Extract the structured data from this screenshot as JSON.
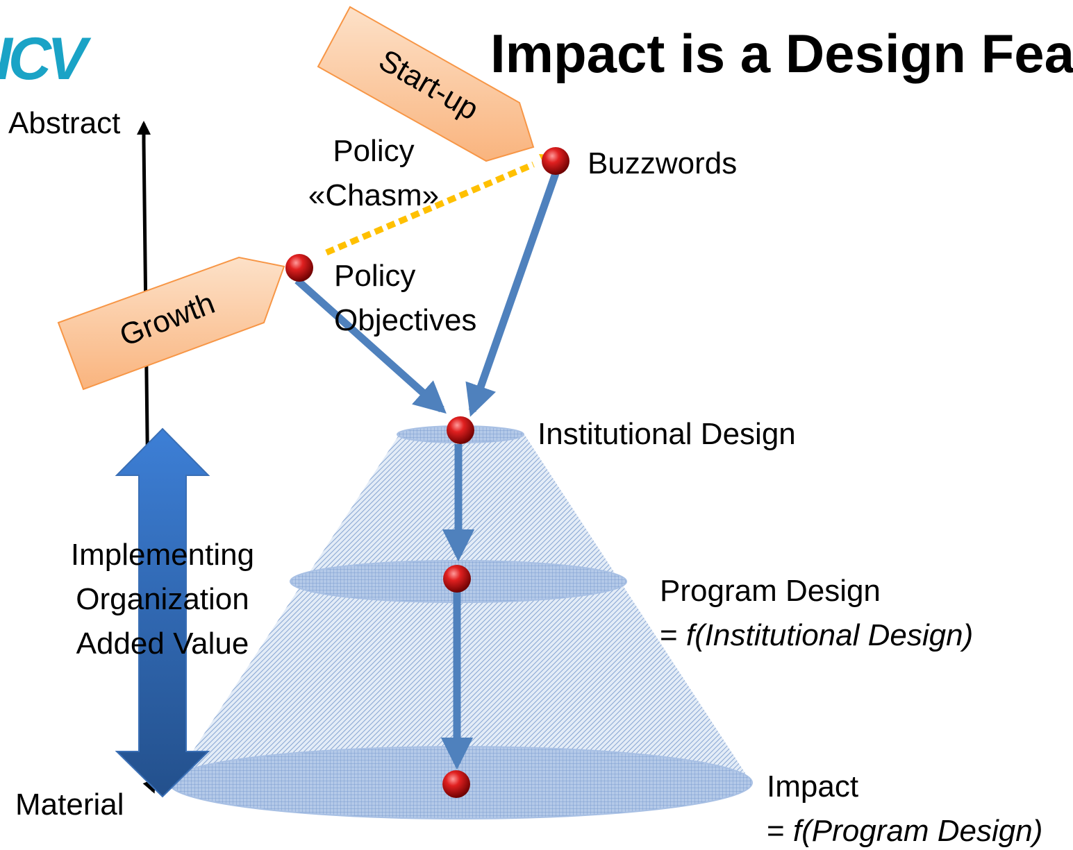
{
  "title": "Impact is a Design Fea",
  "logo_text": "ICV",
  "axis": {
    "top": "Abstract",
    "bottom": "Material"
  },
  "tags": {
    "startup": "Start-up",
    "growth": "Growth"
  },
  "labels": {
    "buzzwords": "Buzzwords",
    "policy_chasm_line1": "Policy",
    "policy_chasm_line2": "«Chasm»",
    "policy_objectives_line1": "Policy",
    "policy_objectives_line2": "Objectives",
    "institutional_design": "Institutional Design",
    "program_design_line1": "Program Design",
    "program_design_eq": "= ",
    "program_design_func": "f(Institutional Design)",
    "impact_line1": "Impact",
    "impact_eq": "= ",
    "impact_func": "f(Program Design)",
    "implementing_line1": "Implementing",
    "implementing_line2": "Organization",
    "implementing_line3": "Added Value"
  },
  "colors": {
    "flow_arrow": "#4f81bd",
    "chasm_arrow": "#ffc000",
    "node": "#c00000",
    "tag_fill": "#fbc79b",
    "tag_stroke": "#f79646",
    "cone": "#9bb7dd",
    "logo": "#1aa3c6"
  }
}
